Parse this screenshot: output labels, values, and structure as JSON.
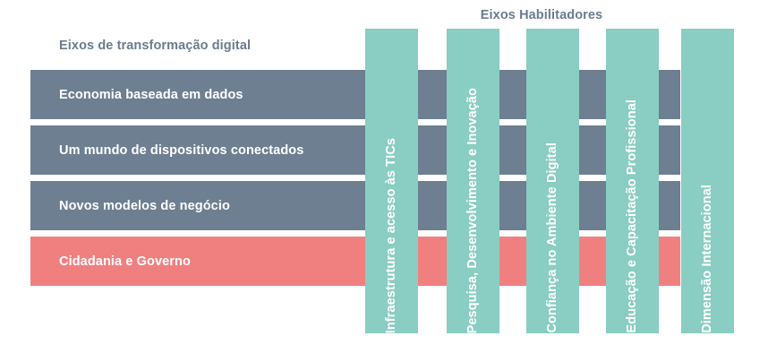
{
  "diagram": {
    "enablers_heading": "Eixos Habilitadores",
    "axes_heading": "Eixos de transformação digital",
    "colors": {
      "enabler_teal": "#8acdc2",
      "axis_gray": "#6d7f91",
      "axis_highlight_red": "#f08080",
      "heading_text": "#6b7c8d",
      "bar_text": "#ffffff",
      "background": "#ffffff"
    },
    "transformation_axes": [
      {
        "label": "Economia baseada em dados",
        "color": "#6d7f91",
        "highlighted": "false"
      },
      {
        "label": "Um mundo de dispositivos conectados",
        "color": "#6d7f91",
        "highlighted": "false"
      },
      {
        "label": "Novos modelos de negócio",
        "color": "#6d7f91",
        "highlighted": "false"
      },
      {
        "label": "Cidadania e Governo",
        "color": "#f08080",
        "highlighted": "true"
      }
    ],
    "enabler_axes": [
      {
        "label": "Infraestrutura e acesso às TICs",
        "color": "#8acdc2"
      },
      {
        "label": "Pesquisa, Desenvolvimento e Inovação",
        "color": "#8acdc2"
      },
      {
        "label": "Confiança no Ambiente Digital",
        "color": "#8acdc2"
      },
      {
        "label": "Educação e Capacitação Profissional",
        "color": "#8acdc2"
      },
      {
        "label": "Dimensão Internacional",
        "color": "#8acdc2"
      }
    ]
  }
}
